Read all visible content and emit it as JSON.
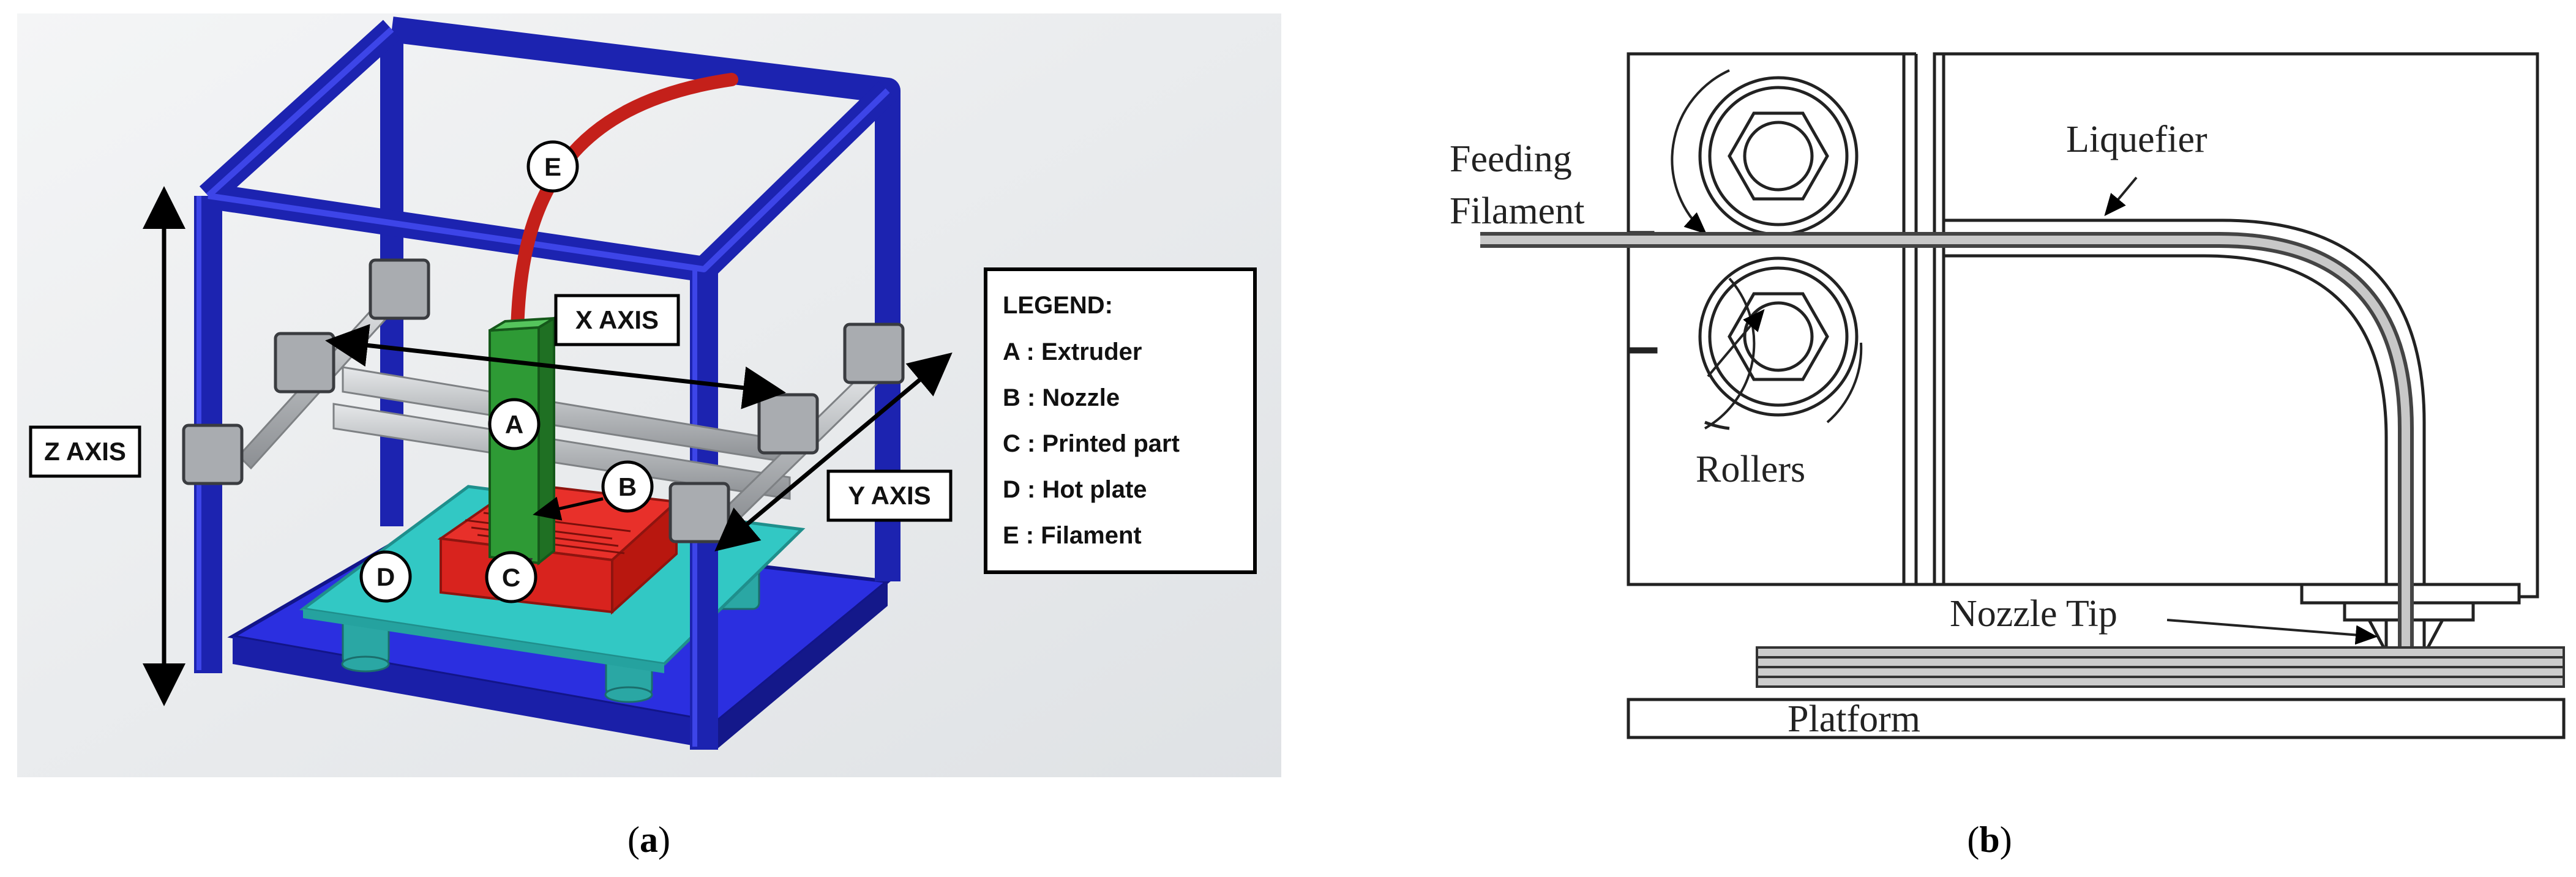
{
  "panel_a": {
    "axes": {
      "z": "Z AXIS",
      "x": "X AXIS",
      "y": "Y AXIS"
    },
    "markers": [
      "A",
      "B",
      "C",
      "D",
      "E"
    ],
    "legend": {
      "title": "LEGEND:",
      "items": [
        "A : Extruder",
        "B : Nozzle",
        "C : Printed part",
        "D : Hot plate",
        "E : Filament"
      ]
    },
    "caption_letter": "a"
  },
  "panel_b": {
    "labels": {
      "feeding_line1": "Feeding",
      "feeding_line2": "Filament",
      "liquefier": "Liquefier",
      "rollers": "Rollers",
      "nozzle_tip": "Nozzle Tip",
      "platform": "Platform"
    },
    "caption_letter": "b"
  },
  "colors": {
    "frame_blue": "#1c23b0",
    "base_blue": "#2b2fe0",
    "extruder_green": "#2e9a35",
    "part_red": "#d8231e",
    "hotplate_cyan": "#32c8c4",
    "filament_red": "#c4201a",
    "rail_gray": "#b9bcbf"
  }
}
